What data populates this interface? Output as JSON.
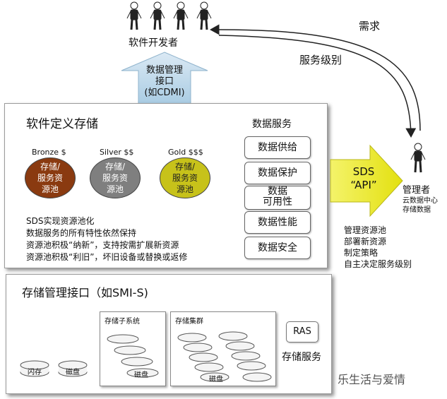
{
  "developers_label": "软件开发者",
  "arrow_top_label": "数据管理\n接口\n(如CDMI)",
  "demand_label": "需求",
  "service_level_label": "服务级别",
  "sds_panel": {
    "title": "软件定义存储",
    "tiers": [
      {
        "name": "Bronze $",
        "pool_text": "存储/\n服务资\n源池",
        "color": "#8a3a10",
        "text_color": "#ffffff"
      },
      {
        "name": "Silver $$",
        "pool_text": "存储/\n服务资\n源池",
        "color": "#7f7f7f",
        "text_color": "#ffffff"
      },
      {
        "name": "Gold $$$",
        "pool_text": "存储/\n服务资\n源池",
        "color": "#c7c21a",
        "text_color": "#222222"
      }
    ],
    "notes": [
      "SDS实现资源池化",
      "数据服务的所有特性依然保持",
      "资源池积极“纳新”，支持按需扩展新资源",
      "资源池积极“利旧”，坏旧设备或替换或返修"
    ],
    "data_services_title": "数据服务",
    "data_services": [
      "数据供给",
      "数据保护",
      "数据\n可用性",
      "数据性能",
      "数据安全"
    ]
  },
  "sds_api_label": "SDS\n“API”",
  "admin": {
    "label": "管理者",
    "sub_lines": [
      "云数据中心",
      "存储数据"
    ]
  },
  "admin_tasks": [
    "管理资源池",
    "部署新资源",
    "制定策略",
    "自主决定服务级别"
  ],
  "storage_panel": {
    "title": "存储管理接口（如SMI-S)",
    "flash_label": "闪存",
    "disk_label": "磁盘",
    "subsystem_title": "存储子系统",
    "cluster_title": "存储集群",
    "disk_stack_label": "磁盘",
    "ras_label": "RAS",
    "storage_service_label": "存储服务"
  },
  "watermark": "乐生活与爱情"
}
